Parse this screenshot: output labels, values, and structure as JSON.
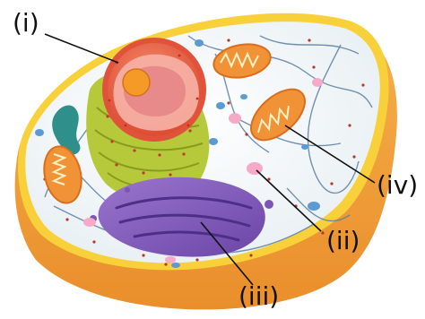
{
  "labels": {
    "i": "(i)",
    "ii": "(ii)",
    "iii": "(iii)",
    "iv": "(iv)"
  },
  "colors": {
    "cytoplasm": "#eef4f6",
    "cell_body": "#f2a23a",
    "membrane": "#f8d13a",
    "nucleus": "#e85a3c",
    "nucleolus": "#f59a27",
    "endoplasmic_reticulum": "#b5c93a",
    "golgi": "#7d55b7",
    "mitochondria": "#f19237",
    "vesicles": "#f7a9c8",
    "lysosome": "#5b9ad2",
    "leader_line": "#111111"
  }
}
